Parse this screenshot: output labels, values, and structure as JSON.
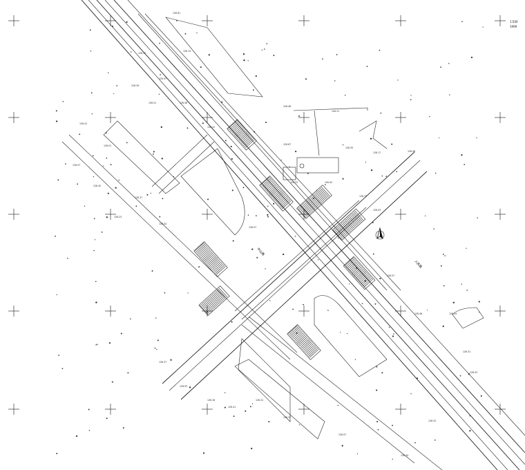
{
  "corner_label": {
    "line1": "1:500",
    "line2": "1999"
  },
  "elevations": [
    "126.61",
    "126.14",
    "126.32",
    "125.57",
    "126.29",
    "126.51",
    "126.56",
    "126.41",
    "126.46",
    "126.31",
    "126.67",
    "126.35",
    "126.17",
    "126.46",
    "126.41",
    "126.51",
    "126.07",
    "126.42",
    "126.37",
    "126.23",
    "126.44",
    "126.57",
    "126.52",
    "126.42",
    "126.73",
    "126.53",
    "126.57",
    "126.46",
    "126.24",
    "126.31",
    "126.53",
    "126.32",
    "126.37",
    "126.55",
    "126.16",
    "126.41",
    "126.22",
    "126.37",
    "126.57",
    "126.34"
  ],
  "road_labels": [
    "中山路",
    "人民路"
  ],
  "icon": {
    "north_arrow": "north-arrow-icon"
  },
  "colors": {
    "line": "#222222",
    "background": "#ffffff"
  }
}
